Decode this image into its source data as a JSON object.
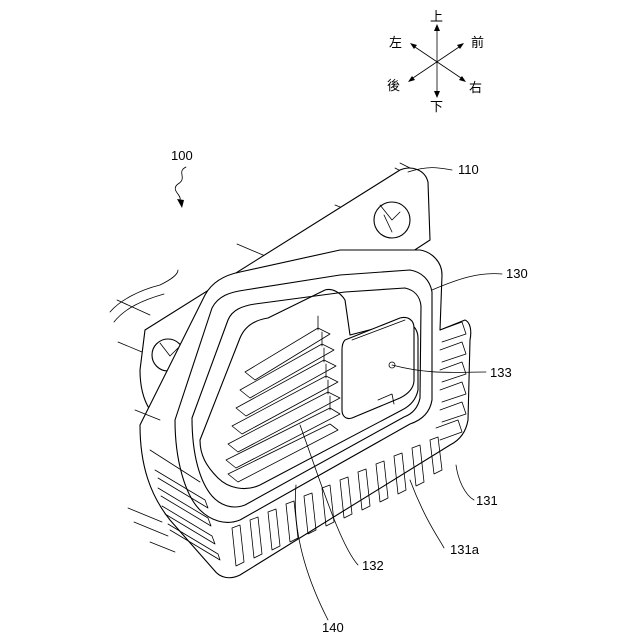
{
  "compass": {
    "up": "上",
    "down": "下",
    "left": "左",
    "right": "右",
    "front": "前",
    "back": "後"
  },
  "labels": {
    "assembly": "100",
    "plate": "110",
    "housing": "130",
    "side_wall": "131",
    "fin": "131a",
    "slats": "132",
    "cover": "133",
    "bottom": "140"
  }
}
